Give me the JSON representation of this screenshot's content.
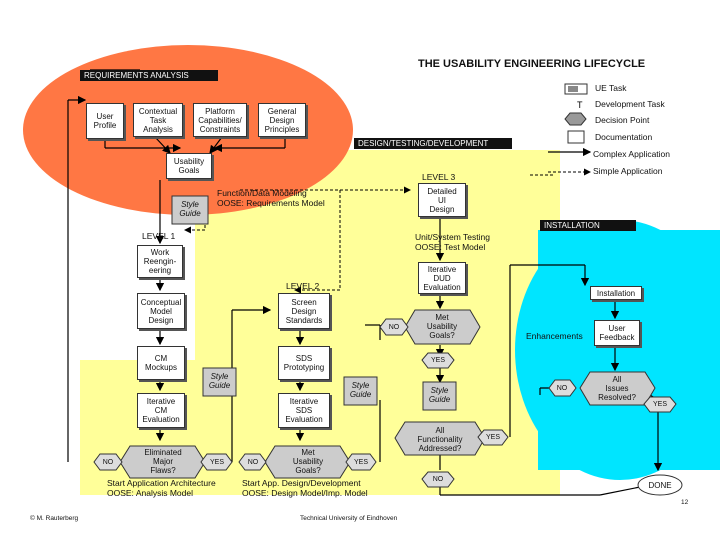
{
  "title": "THE USABILITY ENGINEERING LIFECYCLE",
  "sections": {
    "requirements": "REQUIREMENTS ANALYSIS",
    "design": "DESIGN/TESTING/DEVELOPMENT",
    "installation": "INSTALLATION"
  },
  "levels": {
    "l1": "LEVEL 1",
    "l2": "LEVEL 2",
    "l3": "LEVEL 3"
  },
  "legend": {
    "ue_task": "UE Task",
    "dev_task": "Development Task",
    "decision": "Decision Point",
    "doc": "Documentation",
    "complex": "Complex Application",
    "simple": "Simple Application"
  },
  "req": {
    "user_profile": "User\nProfile",
    "contextual": "Contextual\nTask\nAnalysis",
    "platform": "Platform\nCapabilities/\nConstraints",
    "general": "General\nDesign\nPrinciples",
    "goals": "Usability\nGoals"
  },
  "style_guide": "Style\nGuide",
  "texts": {
    "function_model": "Function/Data Modeling\nOOSE: Requirements Model",
    "unit_test": "Unit/System Testing\nOOSE: Test Model",
    "start_arch": "Start Application Architecture\nOOSE: Analysis Model",
    "start_dev": "Start App. Design/Development\nOOSE: Design Model/Imp. Model",
    "enhancements": "Enhancements"
  },
  "boxes": {
    "work": "Work\nReengin-\neering",
    "conceptual": "Conceptual\nModel\nDesign",
    "cm_mockups": "CM\nMockups",
    "iter_cm": "Iterative\nCM\nEvaluation",
    "screen": "Screen\nDesign\nStandards",
    "sds_proto": "SDS\nPrototyping",
    "iter_sds": "Iterative\nSDS\nEvaluation",
    "detailed": "Detailed\nUI\nDesign",
    "iter_dud": "Iterative\nDUD\nEvaluation",
    "installation": "Installation",
    "feedback": "User\nFeedback"
  },
  "decisions": {
    "elim": "Eliminated\nMajor\nFlaws?",
    "met1": "Met\nUsability\nGoals?",
    "met2": "Met\nUsability\nGoals?",
    "allfunc": "All\nFunctionality\nAddressed?",
    "allissues": "All\nIssues\nResolved?"
  },
  "answers": {
    "yes": "YES",
    "no": "NO",
    "done": "DONE"
  },
  "footer": {
    "author": "© M. Rauterberg",
    "university": "Technical University of Eindhoven",
    "page": "12"
  }
}
